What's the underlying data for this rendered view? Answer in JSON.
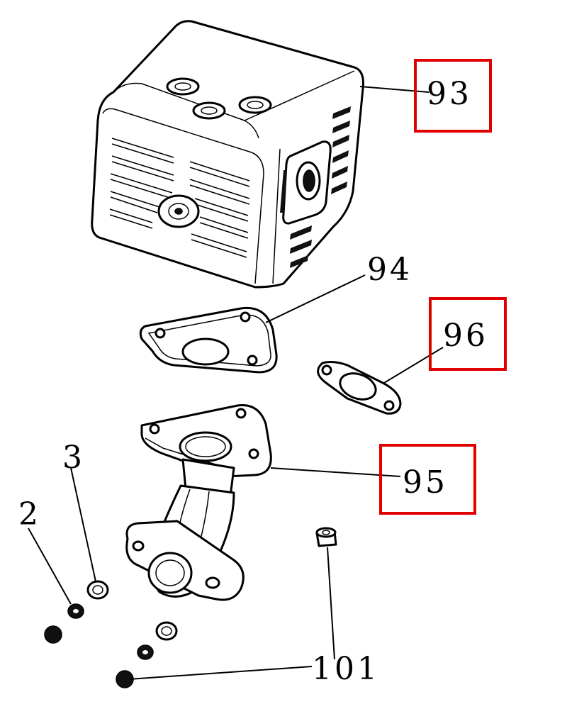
{
  "diagram": {
    "highlight_color": "#e00000",
    "callouts": [
      {
        "id": "93",
        "text": "93",
        "highlighted": true
      },
      {
        "id": "94",
        "text": "94",
        "highlighted": false
      },
      {
        "id": "96",
        "text": "96",
        "highlighted": true
      },
      {
        "id": "95",
        "text": "95",
        "highlighted": true
      },
      {
        "id": "3",
        "text": "3",
        "highlighted": false
      },
      {
        "id": "2",
        "text": "2",
        "highlighted": false
      },
      {
        "id": "101",
        "text": "101",
        "highlighted": false
      }
    ]
  }
}
